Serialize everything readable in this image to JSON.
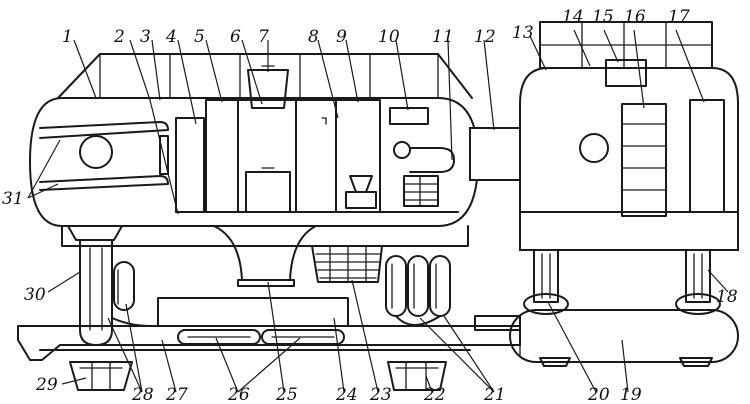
{
  "labels": {
    "l1": "1",
    "l2": "2",
    "l3": "3",
    "l4": "4",
    "l5": "5",
    "l6": "6",
    "l7": "7",
    "l8": "8",
    "l9": "9",
    "l10": "10",
    "l11": "11",
    "l12": "12",
    "l13": "13",
    "l14": "14",
    "l15": "15",
    "l16": "16",
    "l17": "17",
    "l18": "18",
    "l19": "19",
    "l20": "20",
    "l21": "21",
    "l22": "22",
    "l23": "23",
    "l24": "24",
    "l25": "25",
    "l26": "26",
    "l27": "27",
    "l28": "28",
    "l29": "29",
    "l30": "30",
    "l31": "31"
  },
  "colors": {
    "ink": "#1a1a1a",
    "paper": "#ffffff"
  }
}
